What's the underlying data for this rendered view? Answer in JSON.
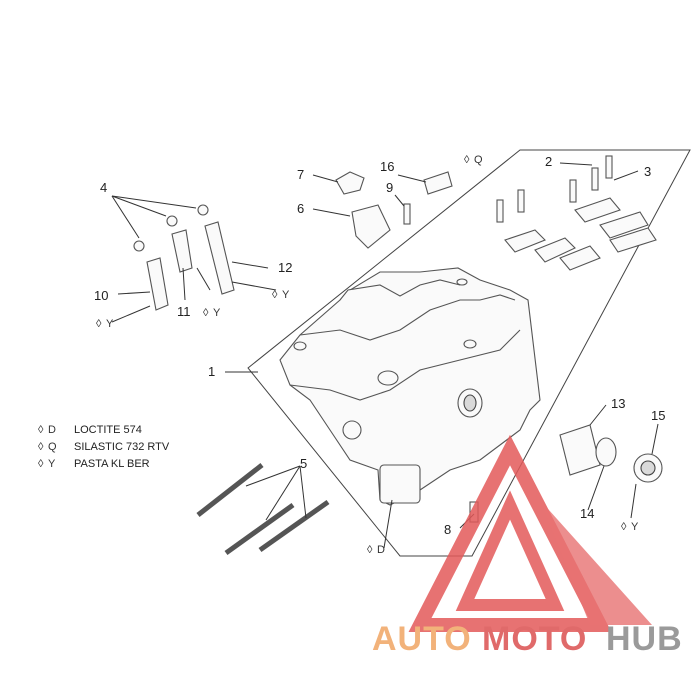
{
  "diagram": {
    "callouts": {
      "c1": "1",
      "c2": "2",
      "c3": "3",
      "c4": "4",
      "c5": "5",
      "c6": "6",
      "c7": "7",
      "c8": "8",
      "c9": "9",
      "c10": "10",
      "c11": "11",
      "c12": "12",
      "c13": "13",
      "c14": "14",
      "c15": "15",
      "c16": "16"
    },
    "symbols": {
      "q": "Q",
      "y": "Y",
      "d": "D"
    },
    "legend": [
      {
        "code": "D",
        "text": "LOCTITE 574"
      },
      {
        "code": "Q",
        "text": "SILASTIC 732 RTV"
      },
      {
        "code": "Y",
        "text": "PASTA KL BER"
      }
    ],
    "drop_icon": "oil-drop-icon",
    "colors": {
      "line": "#444444",
      "watermark_orange": "#f2b27a",
      "watermark_red": "#e06a6a",
      "watermark_gray": "#9a9a9a",
      "triangle_red": "#e35a5a"
    }
  },
  "watermark": {
    "auto": "AUTO",
    "moto": "MOTO",
    "hub": "HUB"
  }
}
